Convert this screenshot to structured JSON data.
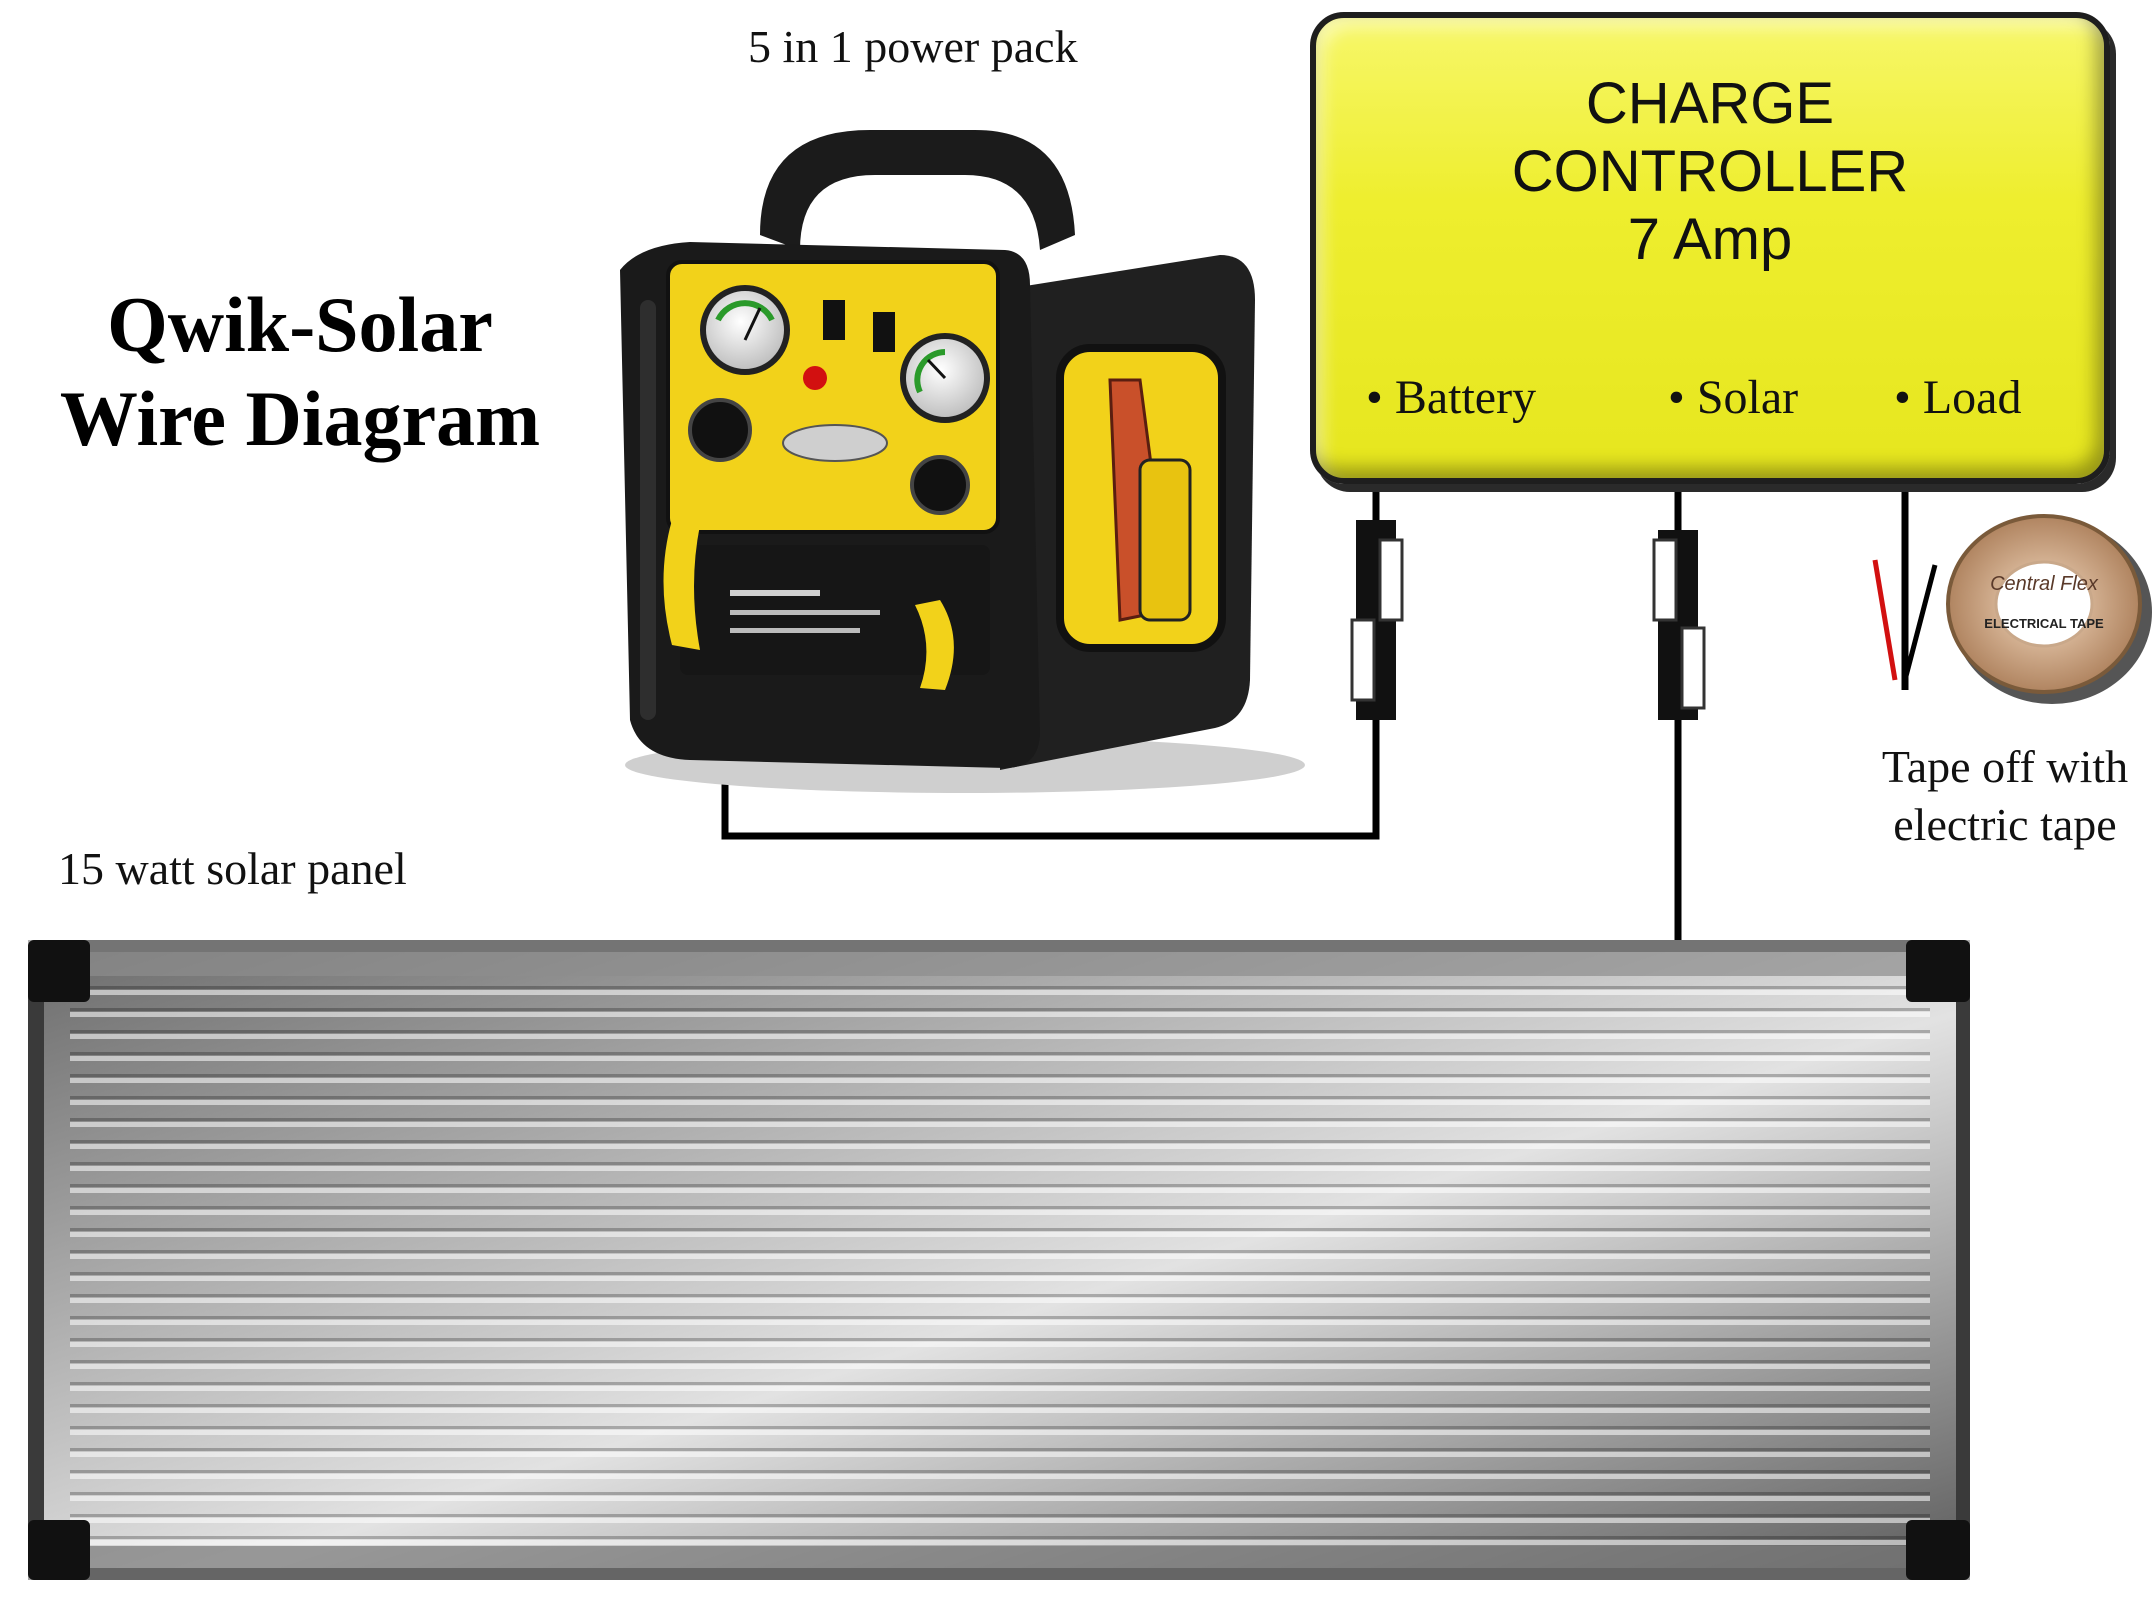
{
  "title": {
    "line1": "Qwik-Solar",
    "line2": "Wire Diagram"
  },
  "power_pack": {
    "caption": "5 in 1 power pack"
  },
  "solar_panel": {
    "caption": "15 watt solar panel"
  },
  "controller": {
    "line1": "CHARGE",
    "line2": "CONTROLLER",
    "line3": "7 Amp",
    "terminals": [
      "Battery",
      "Solar",
      "Load"
    ]
  },
  "tape": {
    "line1": "Tape off with",
    "line2": "electric tape",
    "brand": "Central Flex",
    "product": "ELECTRICAL TAPE"
  },
  "colors": {
    "controller": "#eeee2e",
    "pack_yellow": "#f2d21a",
    "wire": "#000000",
    "panel": "#9a9a9a"
  }
}
